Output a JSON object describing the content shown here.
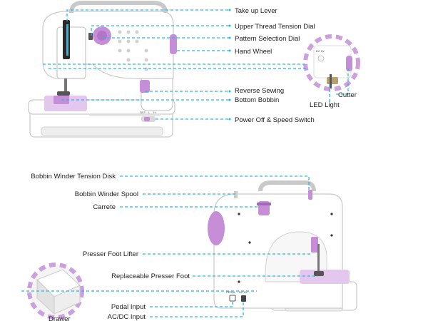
{
  "labels": {
    "take_up_lever": "Take up Lever",
    "upper_thread_tension_dial": "Upper Thread Tension Dial",
    "pattern_selection_dial": "Pattern Selection Dial",
    "hand_wheel": "Hand Wheel",
    "reverse_sewing": "Reverse Sewing",
    "bottom_bobbin": "Bottom Bobbin",
    "power_off_speed_switch": "Power Off & Speed Switch",
    "cutter": "Cutter",
    "led_light": "LED Light",
    "bobbin_winder_tension_disk": "Bobbin Winder Tension Disk",
    "bobbin_winder_spool": "Bobbin Winder Spool",
    "carrete": "Carrete",
    "presser_foot_lifter": "Presser Foot Lifter",
    "replaceable_presser_foot": "Replaceable Presser Foot",
    "pedal_input": "Pedal Input",
    "ac_dc_input": "AC/DC Input",
    "drawer": "Drawer"
  },
  "switch_marks": [
    "OFF",
    "L",
    "H"
  ],
  "port_marks": [
    "PEDAL",
    "DC 6V"
  ],
  "colors": {
    "leader": "#29b6e8",
    "accent": "#c58ed6",
    "body": "#ffffff"
  }
}
